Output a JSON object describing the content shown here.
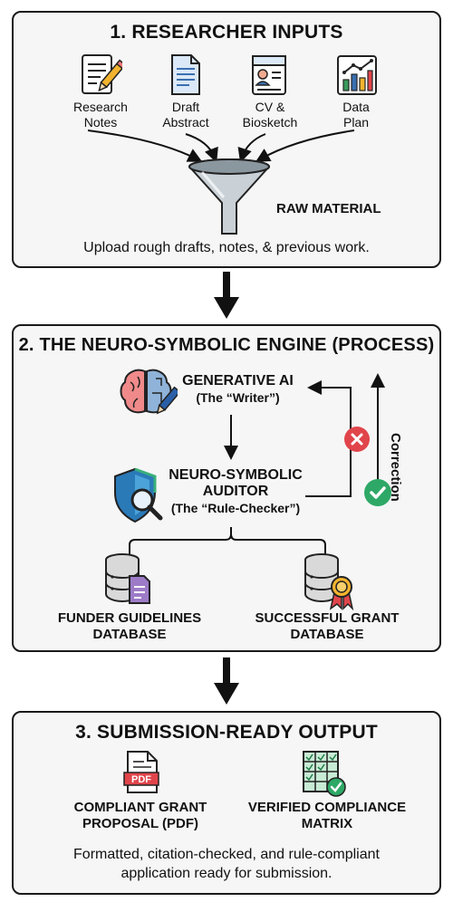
{
  "section1": {
    "title": "1. RESEARCHER INPUTS",
    "inputs": [
      {
        "icon": "research-notes-icon",
        "line1": "Research",
        "line2": "Notes"
      },
      {
        "icon": "draft-abstract-icon",
        "line1": "Draft",
        "line2": "Abstract"
      },
      {
        "icon": "cv-biosketch-icon",
        "line1": "CV &",
        "line2": "Biosketch"
      },
      {
        "icon": "data-plan-icon",
        "line1": "Data",
        "line2": "Plan"
      }
    ],
    "funnel_label": "RAW MATERIAL",
    "description": "Upload rough drafts, notes, & previous work."
  },
  "section2": {
    "title": "2. THE NEURO-SYMBOLIC ENGINE (PROCESS)",
    "generative": {
      "line1": "GENERATIVE AI",
      "line2": "(The “Writer”)",
      "icon": "brain-pen-icon"
    },
    "auditor": {
      "line1": "NEURO-SYMBOLIC",
      "line2": "AUDITOR",
      "line3": "(The “Rule-Checker”)",
      "icon": "shield-magnifier-icon"
    },
    "loop_label": "Correction",
    "databases": [
      {
        "line1": "FUNDER GUIDELINES",
        "line2": "DATABASE",
        "icon": "database-document-icon"
      },
      {
        "line1": "SUCCESSFUL GRANT",
        "line2": "DATABASE",
        "icon": "database-award-icon"
      }
    ]
  },
  "section3": {
    "title": "3. SUBMISSION-READY OUTPUT",
    "outputs": [
      {
        "line1": "COMPLIANT GRANT",
        "line2": "PROPOSAL (PDF)",
        "icon": "pdf-document-icon",
        "badge": "PDF"
      },
      {
        "line1": "VERIFIED COMPLIANCE",
        "line2": "MATRIX",
        "icon": "checklist-matrix-icon"
      }
    ],
    "description_line1": "Formatted, citation-checked, and rule-compliant",
    "description_line2": "application ready for submission."
  },
  "colors": {
    "panel_bg": "#f6f6f6",
    "red": "#e0454b",
    "green": "#2ea866",
    "shield": "#2a7ab8",
    "brain": "#f08a8a"
  }
}
